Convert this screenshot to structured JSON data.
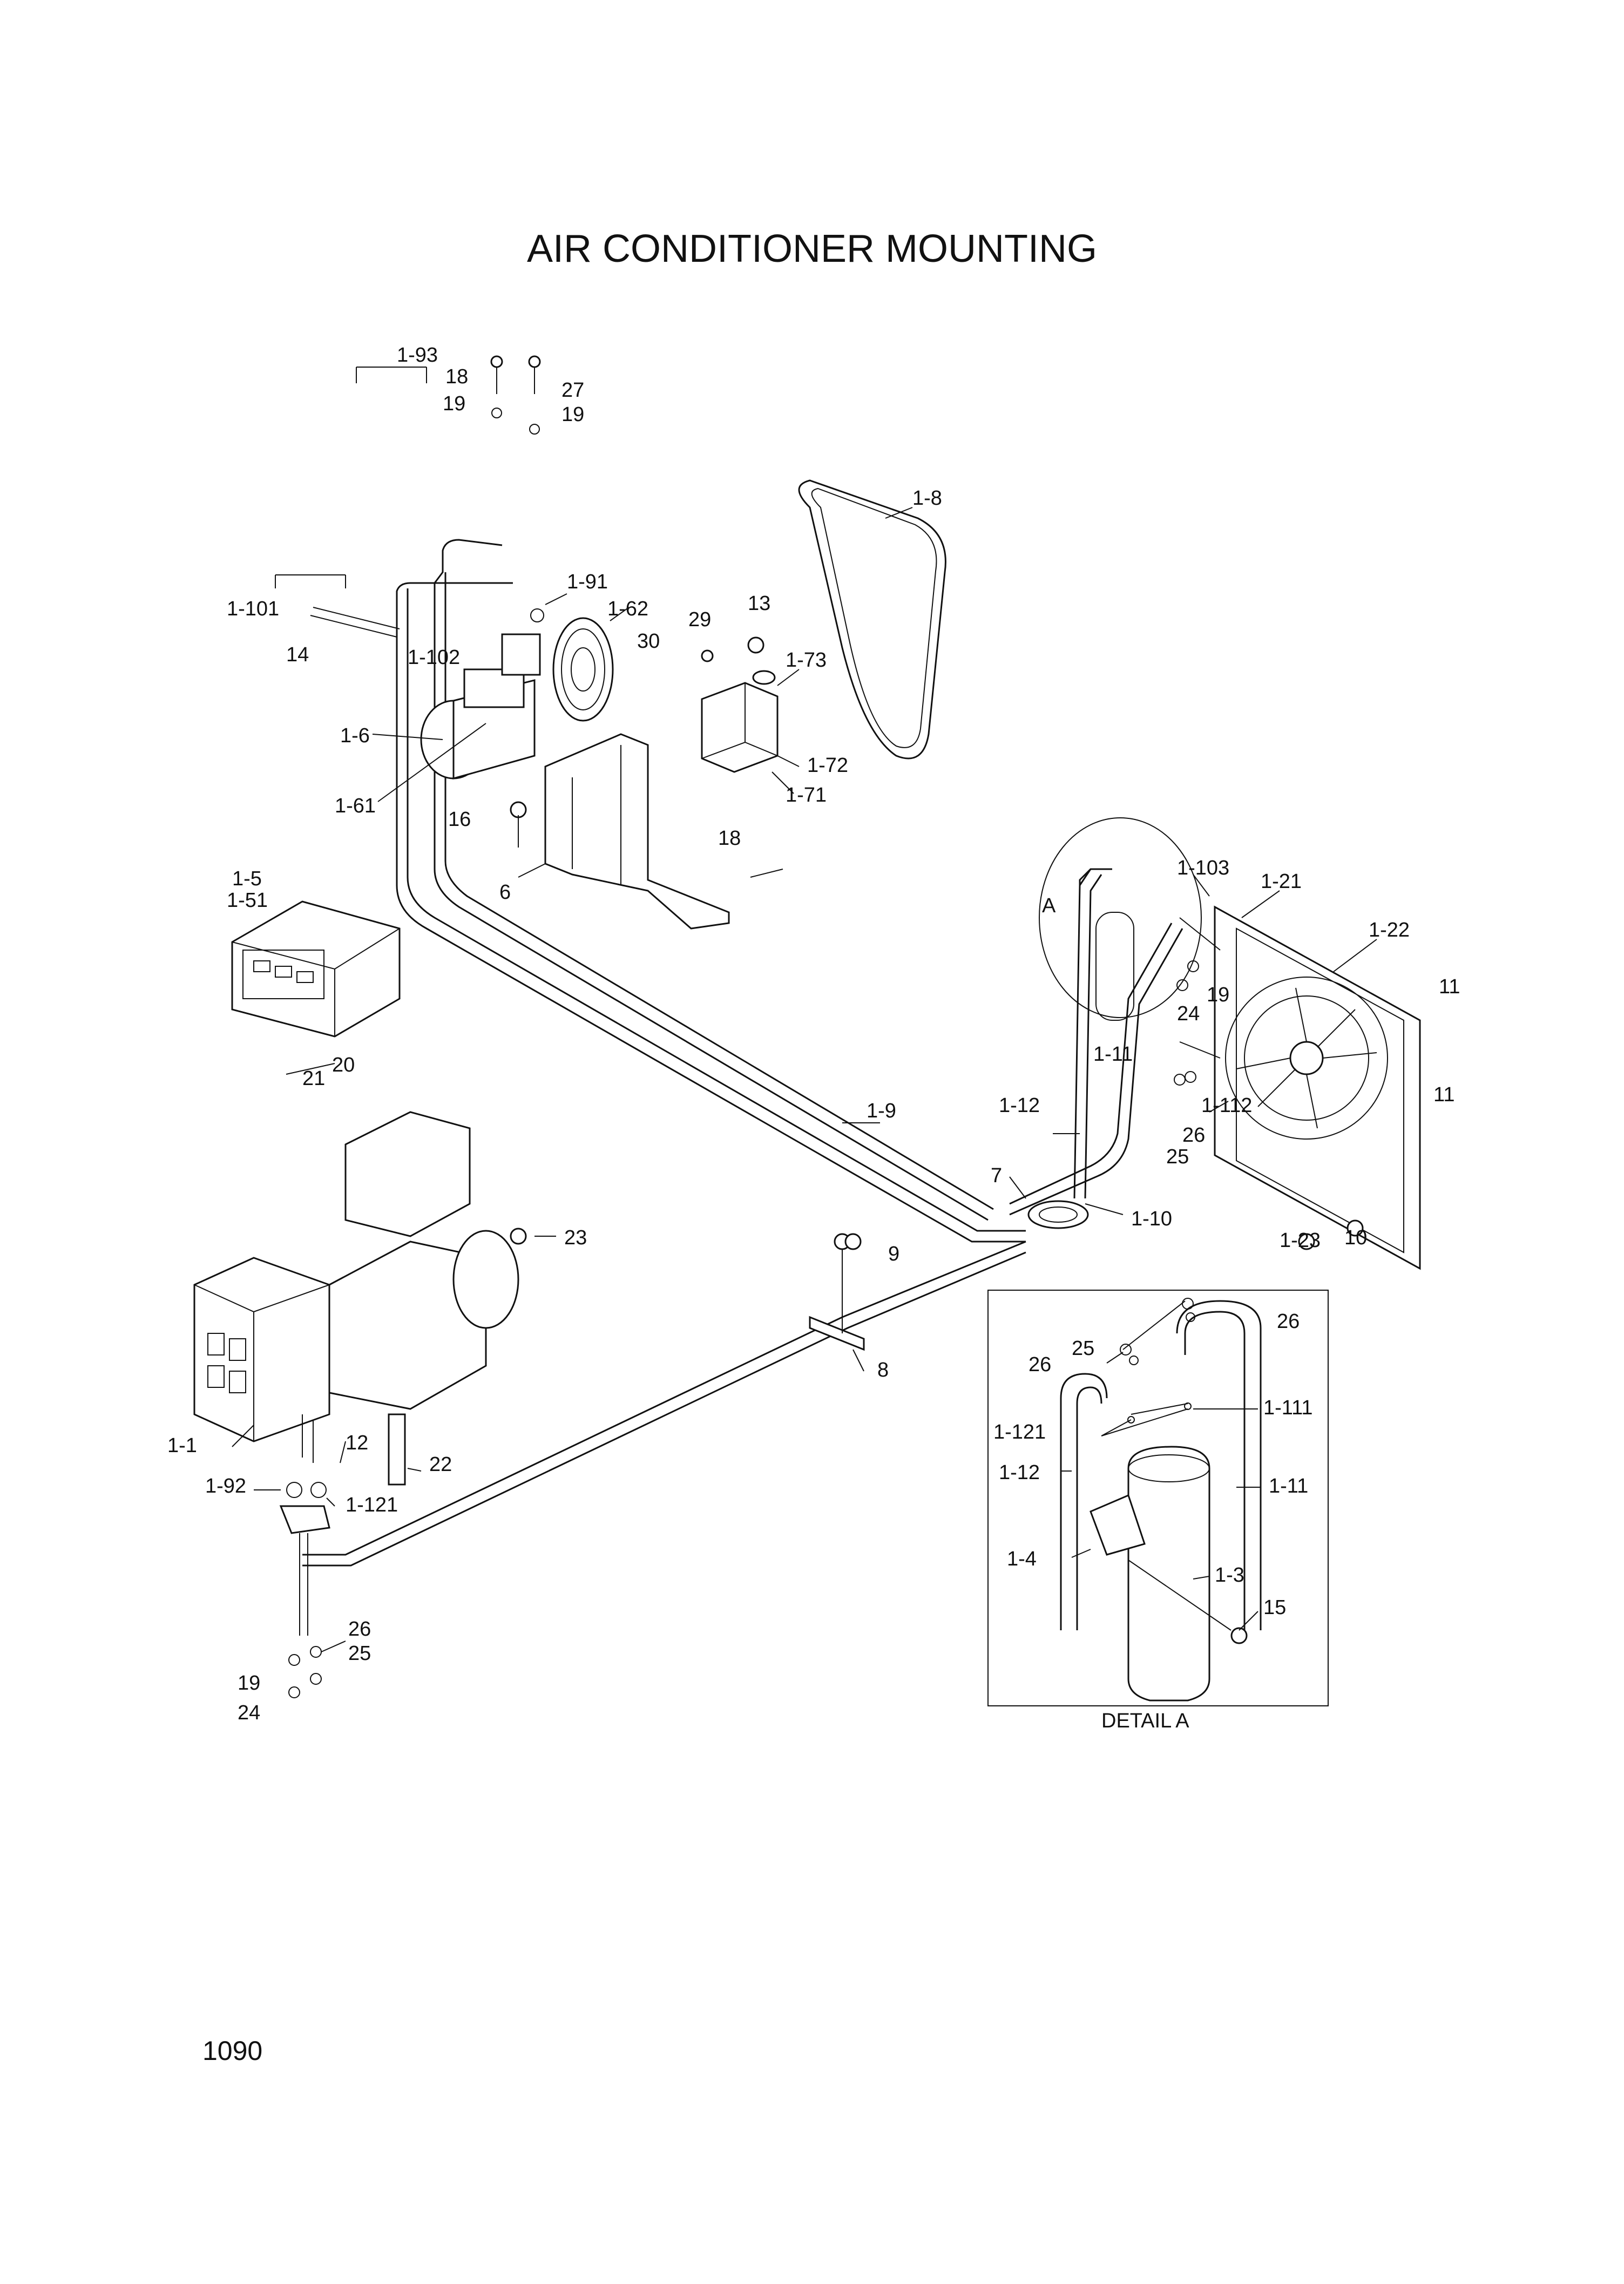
{
  "title": "AIR CONDITIONER MOUNTING",
  "page_number": "1090",
  "detail_label": "DETAIL A",
  "detail_marker": "A",
  "callouts": {
    "c_1_93": "1-93",
    "c_18a": "18",
    "c_27": "27",
    "c_19a": "19",
    "c_19b": "19",
    "c_1_91": "1-91",
    "c_1_62": "1-62",
    "c_1_101": "1-101",
    "c_14": "14",
    "c_1_102": "1-102",
    "c_1_6": "1-6",
    "c_1_61": "1-61",
    "c_29": "29",
    "c_13": "13",
    "c_30": "30",
    "c_1_73": "1-73",
    "c_1_72": "1-72",
    "c_1_71": "1-71",
    "c_16": "16",
    "c_18b": "18",
    "c_6": "6",
    "c_1_8": "1-8",
    "c_1_5": "1-5",
    "c_1_51": "1-51",
    "c_20": "20",
    "c_21": "21",
    "c_1_103": "1-103",
    "c_1_21": "1-21",
    "c_1_22": "1-22",
    "c_19c": "19",
    "c_24a": "24",
    "c_11a": "11",
    "c_1_11a": "1-11",
    "c_1_112": "1-112",
    "c_1_12a": "1-12",
    "c_26a": "26",
    "c_25a": "25",
    "c_11b": "11",
    "c_1_9": "1-9",
    "c_7": "7",
    "c_1_10": "1-10",
    "c_1_23": "1-23",
    "c_10": "10",
    "c_9": "9",
    "c_8": "8",
    "c_23": "23",
    "c_1_1": "1-1",
    "c_12": "12",
    "c_22": "22",
    "c_1_92": "1-92",
    "c_1_121a": "1-121",
    "c_26b": "26",
    "c_25b": "25",
    "c_19d": "19",
    "c_24b": "24",
    "c_25c": "25",
    "c_26c": "26",
    "c_26d": "26",
    "c_1_121b": "1-121",
    "c_1_111": "1-111",
    "c_1_12b": "1-12",
    "c_1_11b": "1-11",
    "c_1_4": "1-4",
    "c_1_3": "1-3",
    "c_15": "15"
  }
}
